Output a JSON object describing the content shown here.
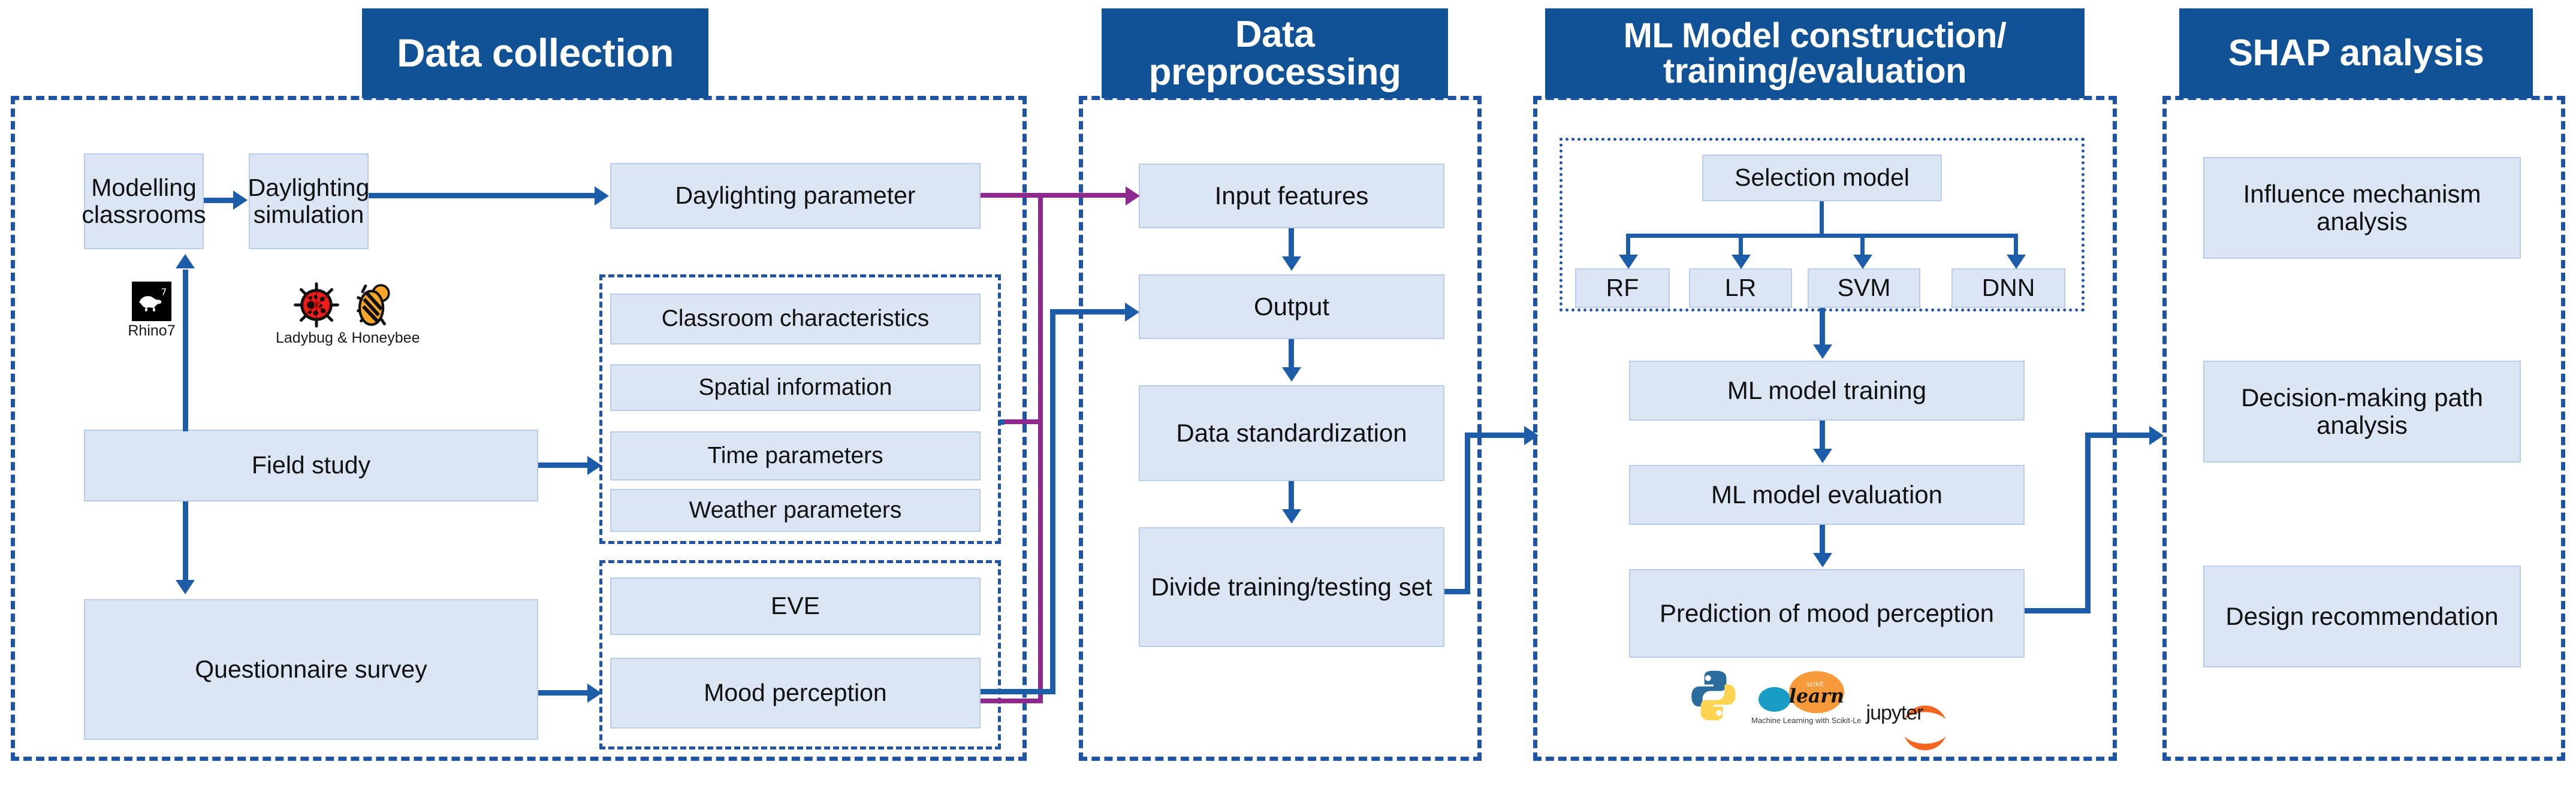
{
  "sections": [
    {
      "id": "data-collection",
      "title": "Data collection"
    },
    {
      "id": "data-preprocessing",
      "title": "Data preprocessing"
    },
    {
      "id": "ml-model",
      "title": "ML Model construction/ training/evaluation"
    },
    {
      "id": "shap-analysis",
      "title": "SHAP analysis"
    }
  ],
  "data_collection": {
    "title": "Data collection",
    "boxes": {
      "modelling_classrooms": "Modelling classrooms",
      "daylighting_simulation": "Daylighting simulation",
      "daylighting_parameter": "Daylighting parameter",
      "field_study": "Field study",
      "questionnaire_survey": "Questionnaire survey"
    },
    "feature_group": [
      "Classroom characteristics",
      "Spatial information",
      "Time parameters",
      "Weather parameters"
    ],
    "outcome_group": [
      "EVE",
      "Mood perception"
    ],
    "tool_icons": [
      {
        "name": "rhino7-icon",
        "caption": "Rhino7"
      },
      {
        "name": "ladybug-honeybee-icon",
        "caption": "Ladybug & Honeybee"
      }
    ]
  },
  "data_preprocessing": {
    "title_line1": "Data",
    "title_line2": "preprocessing",
    "steps": [
      "Input features",
      "Output",
      "Data standardization",
      "Divide training/testing set"
    ]
  },
  "ml_model": {
    "title_line1": "ML Model construction/",
    "title_line2": "training/evaluation",
    "selection_model": "Selection model",
    "algorithms": [
      "RF",
      "LR",
      "SVM",
      "DNN"
    ],
    "steps": [
      "ML model training",
      "ML model evaluation",
      "Prediction of mood perception"
    ],
    "tool_logos": [
      {
        "name": "python-logo",
        "caption": ""
      },
      {
        "name": "scikit-learn-logo",
        "caption": "Machine Learning with Scikit-Le"
      },
      {
        "name": "jupyter-logo",
        "caption": "jupyter"
      }
    ]
  },
  "shap_analysis": {
    "title": "SHAP analysis",
    "items": [
      "Influence mechanism analysis",
      "Decision-making path analysis",
      "Design recommendation"
    ]
  },
  "colors": {
    "banner_blue": "#115296",
    "box_fill": "#dbe5f3",
    "box_border": "#b9cde9",
    "dash_blue": "#1f54a5",
    "arrow_blue": "#1d5ca8",
    "arrow_purple": "#8e2a8e"
  }
}
